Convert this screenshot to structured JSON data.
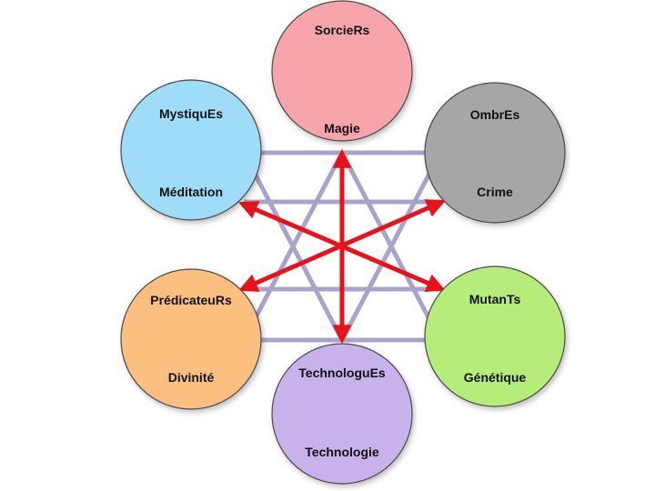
{
  "diagram": {
    "nodes": [
      {
        "id": "sorciers",
        "title": "SorcieRs",
        "subtitle": "Magie",
        "color": "#f7a4ab"
      },
      {
        "id": "ombres",
        "title": "OmbrEs",
        "subtitle": "Crime",
        "color": "#a6a6a6"
      },
      {
        "id": "mutants",
        "title": "MutanTs",
        "subtitle": "Génétique",
        "color": "#b6ec7a"
      },
      {
        "id": "technologues",
        "title": "TechnologuEs",
        "subtitle": "Technologie",
        "color": "#c7b2ec"
      },
      {
        "id": "predicateurs",
        "title": "PrédicateuRs",
        "subtitle": "Divinité",
        "color": "#fbbf7f"
      },
      {
        "id": "mystiques",
        "title": "MystiquEs",
        "subtitle": "Méditation",
        "color": "#9fdcf7"
      }
    ],
    "colors": {
      "star_lines": "#a9a3c9",
      "arrows": "#e8131a",
      "circle_stroke": "#4a4a4a"
    }
  }
}
